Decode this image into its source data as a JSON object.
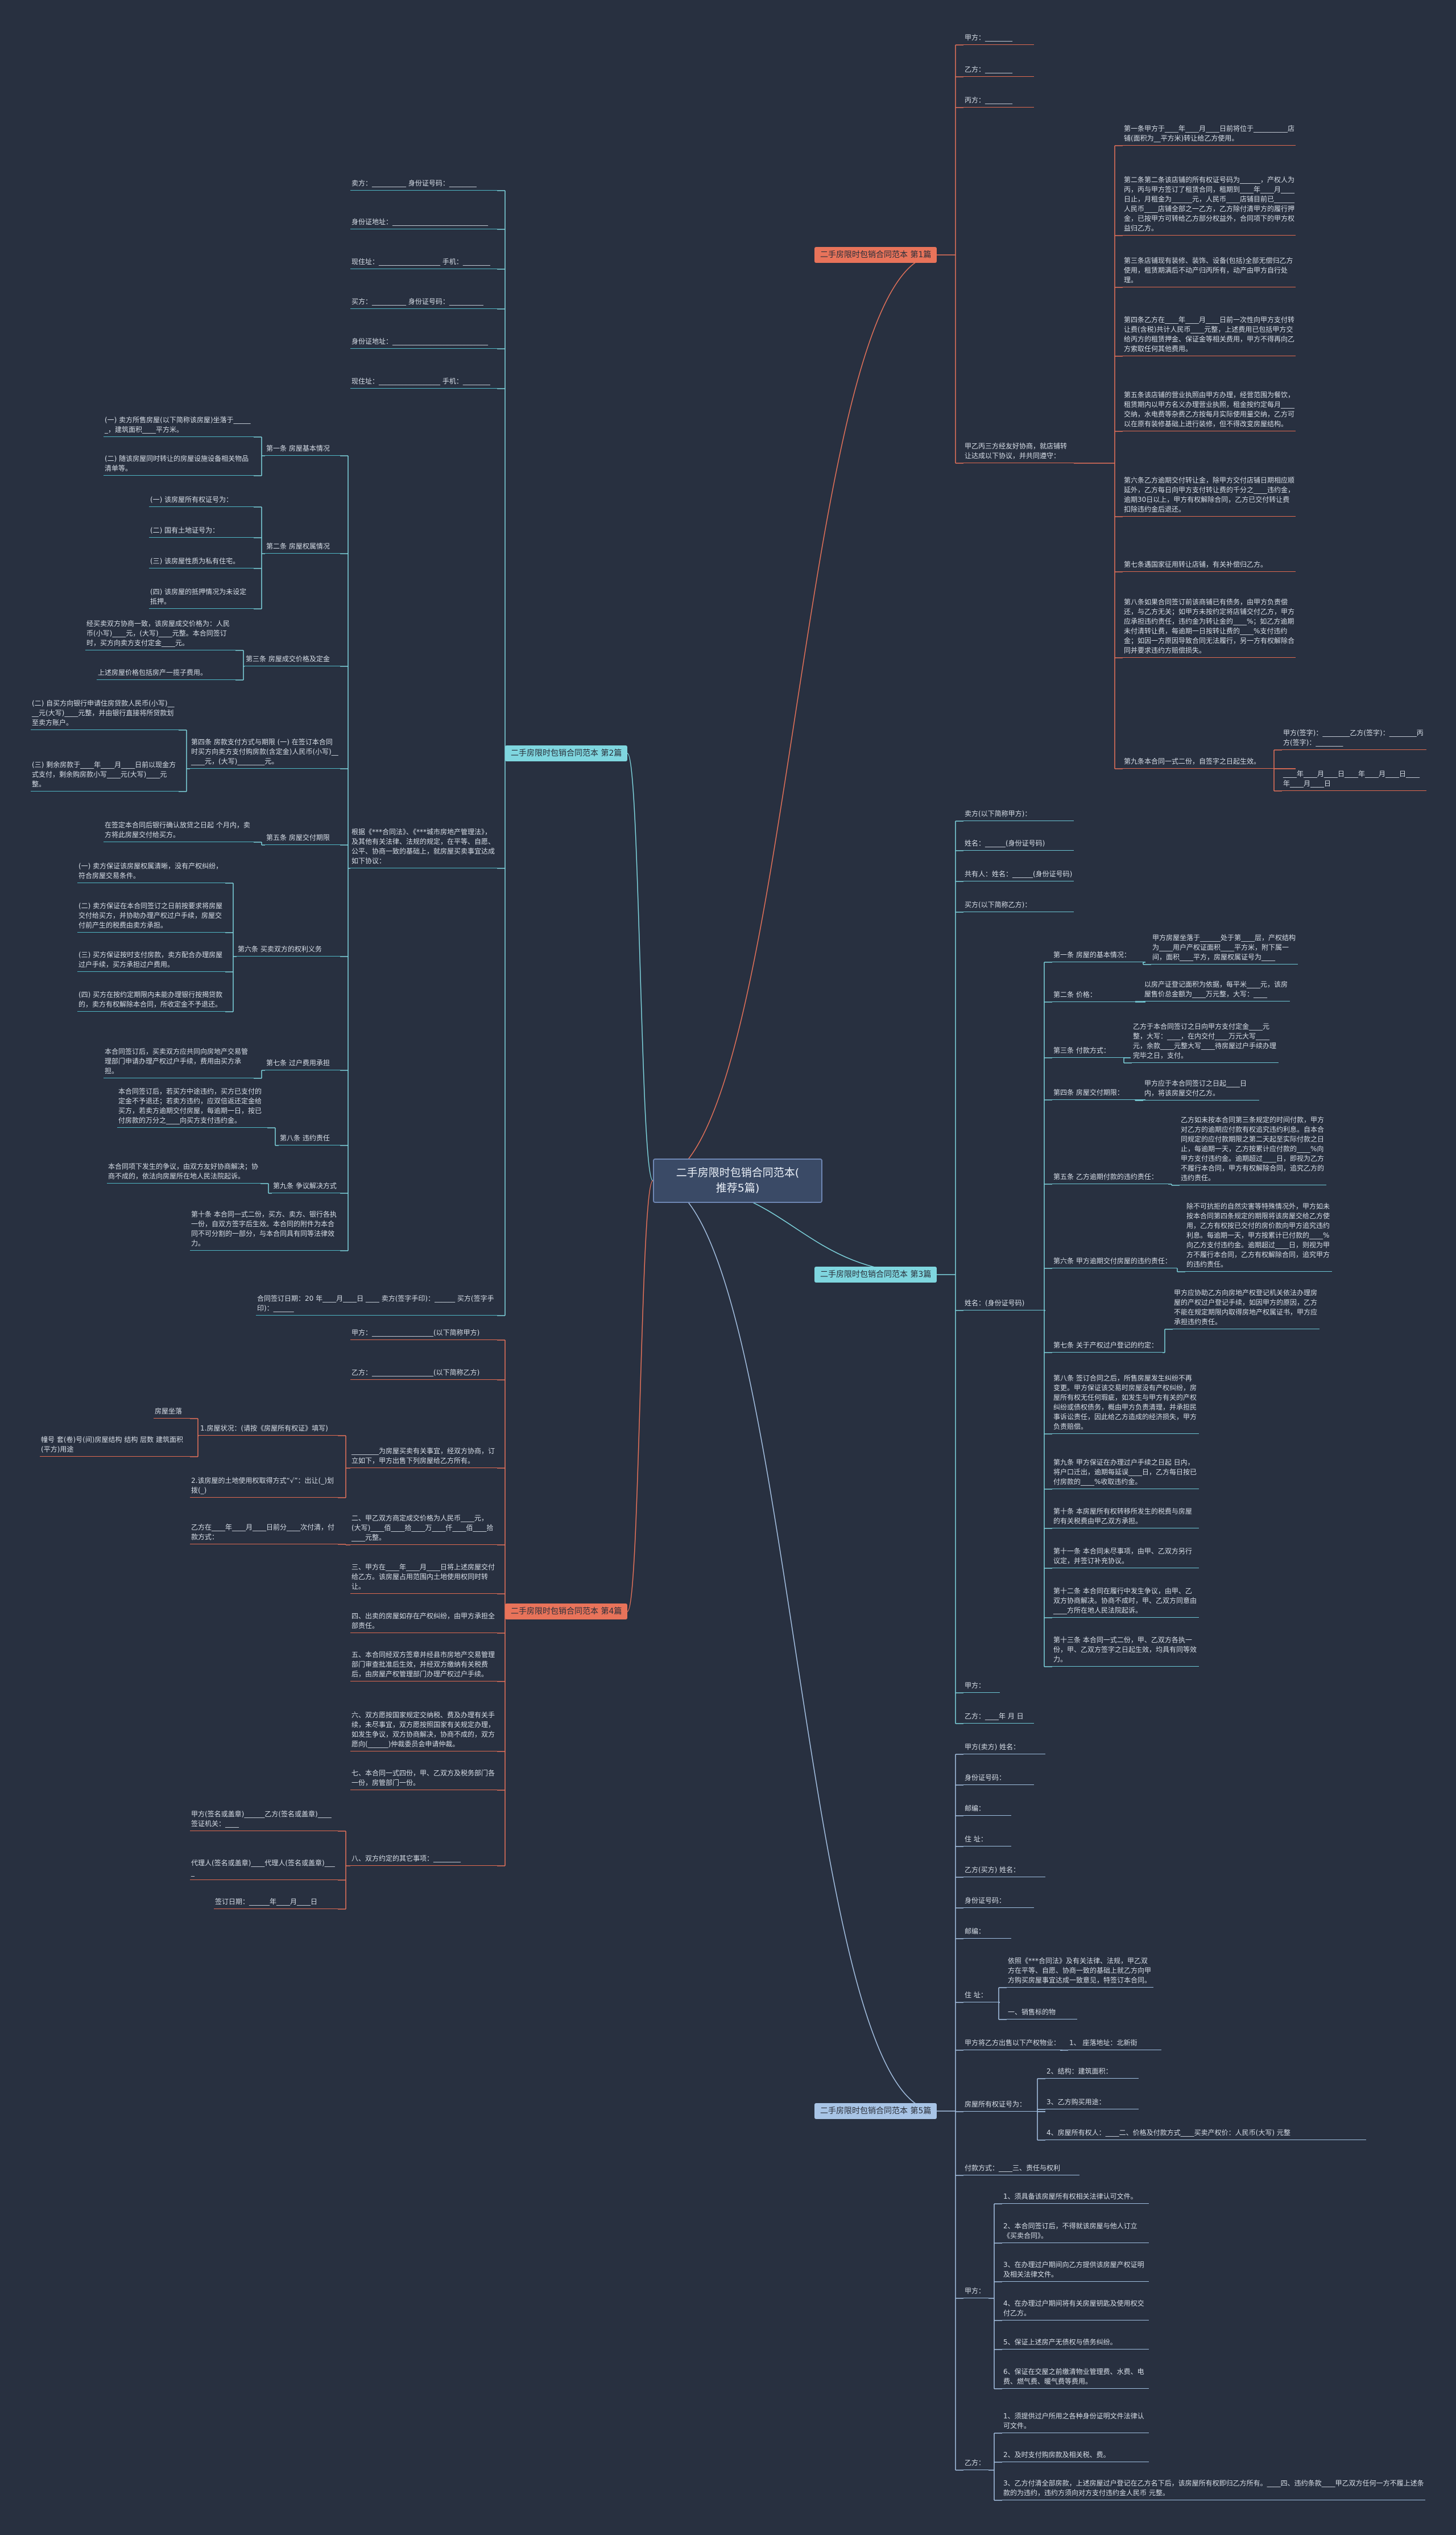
{
  "root": {
    "title": "二手房限时包销合同范本(\n推荐5篇)"
  },
  "branches": [
    {
      "id": "b1",
      "title": "二手房限时包销合同范本 第1篇",
      "color": "#e8735a"
    },
    {
      "id": "b2",
      "title": "二手房限时包销合同范本 第2篇",
      "color": "#7fd6df"
    },
    {
      "id": "b3",
      "title": "二手房限时包销合同范本 第3篇",
      "color": "#7fd6df"
    },
    {
      "id": "b4",
      "title": "二手房限时包销合同范本 第4篇",
      "color": "#e8735a"
    },
    {
      "id": "b5",
      "title": "二手房限时包销合同范本 第5篇",
      "color": "#a8c4e6"
    }
  ],
  "texts": {
    "b1_jia": "甲方：________",
    "b1_yi": "乙方：________",
    "b1_bing": "丙方：________",
    "b1_intro": "甲乙丙三方经友好协商，就店铺转让达成以下协议，并共同遵守：",
    "b1_c1": "第一条甲方于____年____月____日前将位于__________店铺(面积为__平方米)转让给乙方使用。",
    "b1_c2": "第二条第二条该店铺的所有权证号码为______，产权人为丙，丙与甲方签订了租赁合同，租期到____年____月____日止，月租金为______元，人民币____店铺目前已______人民币____店铺全部之一乙方，乙方除付清甲方的履行押金，已按甲方可转给乙方部分权益外，合同项下的甲方权益归乙方。",
    "b1_c3": "第三条店铺现有装修、装饰、设备(包括)全部无偿归乙方使用，租赁期满后不动产归丙所有，动产由甲方自行处理。",
    "b1_c4": "第四条乙方在____年____月____日前一次性向甲方支付转让费(含税)共计人民币____元整，上述费用已包括甲方交给丙方的租赁押金、保证金等相关费用，甲方不得再向乙方索取任何其他费用。",
    "b1_c5": "第五条该店铺的营业执照由甲方办理，经营范围为餐饮，租赁期内以甲方名义办理营业执照，租金按约定每月____交纳，水电费等杂费乙方按每月实际使用量交纳，乙方可以在原有装修基础上进行装修，但不得改变房屋结构。",
    "b1_c6": "第六条乙方逾期交付转让金，除甲方交付店铺日期相应顺延外，乙方每日向甲方支付转让费的千分之____违约金，逾期30日以上，甲方有权解除合同，乙方已交付转让费扣除违约金后退还。",
    "b1_c7": "第七条遇国家征用转让店铺，有关补偿归乙方。",
    "b1_c8": "第八条如果合同签订前该商铺已有债务，由甲方负责偿还，与乙方无关；如甲方未按约定将店铺交付乙方，甲方应承担违约责任，违约金为转让金的____%；如乙方逾期未付清转让费，每逾期一日按转让费的____%支付违约金；如因一方原因导致合同无法履行，另一方有权解除合同并要求违约方赔偿损失。",
    "b1_c9": "第九条本合同一式二份，自签字之日起生效。",
    "b1_sign": "甲方(签字)：________乙方(签字)：________丙方(签字)：________",
    "b1_date": "____年____月____日____年____月____日____年____月____日",
    "b2_l1": "卖方：__________ 身份证号码：________",
    "b2_l2": "身份证地址：____________________________",
    "b2_l3": "现住址：__________________ 手机：________",
    "b2_l4": "买方：__________ 身份证号码：__________",
    "b2_l5": "身份证地址：____________________________",
    "b2_l6": "现住址：__________________ 手机：________",
    "b2_basis": "根据《***合同法》、《***城市房地产管理法》，及其他有关法律、法规的规定，在平等、自愿、公平、协商一致的基础上，就房屋买卖事宜达成如下协议：",
    "b2_a1": "第一条 房屋基本情况",
    "b2_a1_1": "(一) 卖方所售房屋(以下简称该房屋)坐落于______，建筑面积____平方米。",
    "b2_a1_2": "(二) 随该房屋同时转让的房屋设施设备相关物品清单等。",
    "b2_a2": "第二条 房屋权属情况",
    "b2_a2_1": "(一) 该房屋所有权证号为：",
    "b2_a2_2": "(二) 国有土地证号为：",
    "b2_a2_3": "(三) 该房屋性质为私有住宅。",
    "b2_a2_4": "(四) 该房屋的抵押情况为未设定抵押。",
    "b2_a3": "第三条 房屋成交价格及定金",
    "b2_a3_1": "经买卖双方协商一致，该房屋成交价格为：人民币(小写)____元，(大写)____元整。本合同签订时，买方向卖方支付定金____元。",
    "b2_a3_2": "上述房屋价格包括房产一揽子费用。",
    "b2_a4": "第四条 房款支付方式与期限 (一) 在签订本合同时买方向卖方支付购房款(含定金)人民币(小写)______元，(大写)________元。",
    "b2_a4_1": "(二) 自买方向银行申请住房贷款人民币(小写)____元(大写)____元整，并由银行直接将所贷款划至卖方账户。",
    "b2_a4_2": "(三) 剩余房款于____年____月____日前以现金方式支付，剩余购房款小写____元(大写)____元整。",
    "b2_a5": "第五条 房屋交付期限",
    "b2_a5_1": "在签定本合同后银行确认放贷之日起 个月内，卖方将此房屋交付给买方。",
    "b2_a6": "第六条 买卖双方的权利义务",
    "b2_a6_1": "(一) 卖方保证该房屋权属清晰，没有产权纠纷，符合房屋交易条件。",
    "b2_a6_2": "(二) 卖方保证在本合同签订之日前按要求将房屋交付给买方，并协助办理产权过户手续，房屋交付前产生的税费由卖方承担。",
    "b2_a6_3": "(三) 买方保证按时支付房款，卖方配合办理房屋过户手续，买方承担过户费用。",
    "b2_a6_4": "(四) 买方在按约定期限内未能办理银行按揭贷款的，卖方有权解除本合同，所收定金不予退还。",
    "b2_a7": "第七条 过户费用承担",
    "b2_a7_1": "本合同签订后，买卖双方应共同向房地产交易管理部门申请办理产权过户手续，费用由买方承担。",
    "b2_a8": "第八条 违约责任",
    "b2_a8_1": "本合同签订后，若买方中途违约，买方已支付的定金不予退还；若卖方违约，应双倍返还定金给买方，若卖方逾期交付房屋，每逾期一日，按已付房款的万分之____向买方支付违约金。",
    "b2_a9": "第九条 争议解决方式",
    "b2_a9_1": "本合同项下发生的争议，由双方友好协商解决；协商不成的，依法向房屋所在地人民法院起诉。",
    "b2_a10": "第十条 本合同一式二份，买方、卖方、银行各执一份，自双方签字后生效。本合同的附件为本合同不可分割的一部分，与本合同具有同等法律效力。",
    "b2_sign": "合同签订日期：20 年____月____日 ____ 卖方(签字手印)：______ 买方(签字手印)：______",
    "b3_s1": "卖方(以下简称甲方)：",
    "b3_s2": "姓名：______(身份证号码)",
    "b3_s3": "共有人：姓名：______(身份证号码)",
    "b3_s4": "买方(以下简称乙方)：",
    "b3_c1": "第一条 房屋的基本情况：",
    "b3_c1_t": "甲方房屋坐落于______处于第____层，产权结构为____用户产权证面积____平方米，附下属一间，面积____平方，房屋权属证号为____",
    "b3_c2": "第二条 价格：",
    "b3_c2_t": "以房产证登记面积为依据，每平米____元，该房屋售价总金额为____万元整，大写：____",
    "b3_c3": "第三条 付款方式：",
    "b3_c3_t": "乙方于本合同签订之日向甲方支付定金____元整，大写：____，在内交付____万元大写____元，余款____元整大写____待房屋过户手续办理完毕之日，支付。",
    "b3_c4": "第四条 房屋交付期限：",
    "b3_c4_t": "甲方应于本合同签订之日起____日内，将该房屋交付乙方。",
    "b3_c5": "第五条 乙方逾期付款的违约责任：",
    "b3_c5_t": "乙方如未按本合同第三条规定的时间付款，甲方对乙方的逾期应付款有权追究违约利息。自本合同规定的应付款期限之第二天起至实际付款之日止，每逾期一天，乙方按累计应付款的____%向甲方支付违约金。逾期超过____日，即视为乙方不履行本合同，甲方有权解除合同，追究乙方的违约责任。",
    "b3_c6": "第六条 甲方逾期交付房屋的违约责任：",
    "b3_c6_t": "除不可抗拒的自然灾害等特殊情况外，甲方如未按本合同第四条规定的期限将该房屋交给乙方使用，乙方有权按已交付的房价款向甲方追究违约利息。每逾期一天，甲方按累计已付款的____%向乙方支付违约金。逾期超过____日，则视为甲方不履行本合同，乙方有权解除合同，追究甲方的违约责任。",
    "b3_c7": "第七条 关于产权过户登记的约定：",
    "b3_c7_t": "甲方应协助乙方向房地产权登记机关依法办理房屋的产权过户登记手续，如因甲方的原因，乙方不能在规定期限内取得房地产权属证书，甲方应承担违约责任。",
    "b3_c8": "第八条 签订合同之后，所售房屋发生纠纷不再变更。甲方保证该交易时房屋没有产权纠纷，房屋所有权无任何瑕疵，如发生与甲方有关的产权纠纷或债权债务，概由甲方负责清理，并承担民事诉讼责任，因此给乙方造成的经济损失，甲方负责赔偿。",
    "b3_c9": "第九条 甲方保证在办理过户手续之日起 日内，将户口迁出，逾期每延误____日，乙方每日按已付房款的____%收取违约金。",
    "b3_c10": "第十条 本房屋所有权转移所发生的税费与房屋的有关税费由甲乙双方承担。",
    "b3_c11": "第十一条 本合同未尽事项，由甲、乙双方另行议定，并签订补充协议。",
    "b3_c12": "第十二条 本合同在履行中发生争议，由甲、乙双方协商解决。协商不成时，甲、乙双方同意由____方所在地人民法院起诉。",
    "b3_c13": "第十三条 本合同一式二份，甲、乙双方各执一份，甲、乙双方签字之日起生效，均具有同等效力。",
    "b3_name": "姓名：(身份证号码)",
    "b3_jia": "甲方：",
    "b3_yi": "乙方：____年 月 日",
    "b4_l1": "甲方：__________________(以下简称甲方)",
    "b4_l2": "乙方：__________________(以下简称乙方)",
    "b4_l3": "________为房屋买卖有关事宜，经双方协商，订立如下，甲方出售下列房屋给乙方所有。",
    "b4_l3_1": "1.房屋状况：(请按《房屋所有权证》填写)",
    "b4_l3_1_a": "房屋坐落",
    "b4_l3_1_b": "幢号 套(卷)号(间)房屋结构 结构 层数 建筑面积(平方)用途",
    "b4_l3_2": "2.该房屋的土地使用权取得方式“√”：出让(_)划拨(_)",
    "b4_l4": "二、甲乙双方商定成交价格为人民币____元，(大写)____佰____拾____万____仟____佰____拾____元整。",
    "b4_l4_1": "乙方在____年____月____日前分____次付清，付款方式：",
    "b4_l5": "三、甲方在____年____月____日将上述房屋交付给乙方。该房屋占用范围内土地使用权同时转让。",
    "b4_l6": "四、出卖的房屋如存在产权纠纷，由甲方承担全部责任。",
    "b4_l7": "五、本合同经双方签章并经县市房地产交易管理部门审查批准后生效，并经双方缴纳有关税费后，由房屋产权管理部门办理产权过户手续。",
    "b4_l8": "六、双方愿按国家规定交纳税、费及办理有关手续，未尽事宜，双方愿按照国家有关规定办理，如发生争议，双方协商解决，协商不成的，双方愿向(______)仲裁委员会申请仲裁。",
    "b4_l9": "七、本合同一式四份，甲、乙双方及税务部门各一份，房管部门一份。",
    "b4_l10": "八、双方约定的其它事项：________",
    "b4_l10_1": "甲方(签名或盖章)______乙方(签名或盖章)____签证机关：____",
    "b4_l10_2": "代理人(签名或盖章)____代理人(签名或盖章)____",
    "b4_l10_3": "签订日期：______年____月____日",
    "b5_l1": "甲方(卖方) 姓名：",
    "b5_l2": "身份证号码：",
    "b5_l3": "邮编：",
    "b5_l4": "住 址：",
    "b5_l5": "乙方(买方) 姓名：",
    "b5_l6": "身份证号码：",
    "b5_l7": "邮编：",
    "b5_l8": "住 址：",
    "b5_l8_1": "依照《***合同法》及有关法律、法规，甲乙双方在平等、自愿、协商一致的基础上就乙方向甲方购买房屋事宜达成一致意见，特签订本合同。",
    "b5_l8_2": "一、销售标的物",
    "b5_l9": "甲方将乙方出售以下产权物业：",
    "b5_l9_1": "1、 座落地址：北新街",
    "b5_l10": "房屋所有权证号为：",
    "b5_l10_1": "2、结构：建筑面积：",
    "b5_l10_2": "3、乙方购买用途：",
    "b5_l10_3": "4、房屋所有权人：____二、价格及付款方式____买卖产权价：人民币(大写) 元整",
    "b5_l11": "付款方式：____三、责任与权利",
    "b5_l12": "甲方：",
    "b5_l12_1": "1、须具备该房屋所有权相关法律认可文件。",
    "b5_l12_2": "2、本合同签订后，不得就该房屋与他人订立《买卖合同》。",
    "b5_l12_3": "3、在办理过户期间向乙方提供该房屋产权证明及相关法律文件。",
    "b5_l12_4": "4、在办理过户期间将有关房屋钥匙及使用权交付乙方。",
    "b5_l12_5": "5、保证上述房产无债权与债务纠纷。",
    "b5_l12_6": "6、保证在交屋之前缴清物业管理费、水费、电费、燃气费、暖气费等费用。",
    "b5_l13": "乙方：",
    "b5_l13_1": "1、须提供过户所用之各种身份证明文件法律认可文件。",
    "b5_l13_2": "2、及时支付购房款及相关税、费。",
    "b5_l13_3": "3、乙方付清全部房款，上述房屋过户登记在乙方名下后，该房屋所有权即归乙方所有。____四、违约条款____甲乙双方任何一方不履上述条款的为违约，违约方须向对方支付违约金人民币 元整。"
  }
}
